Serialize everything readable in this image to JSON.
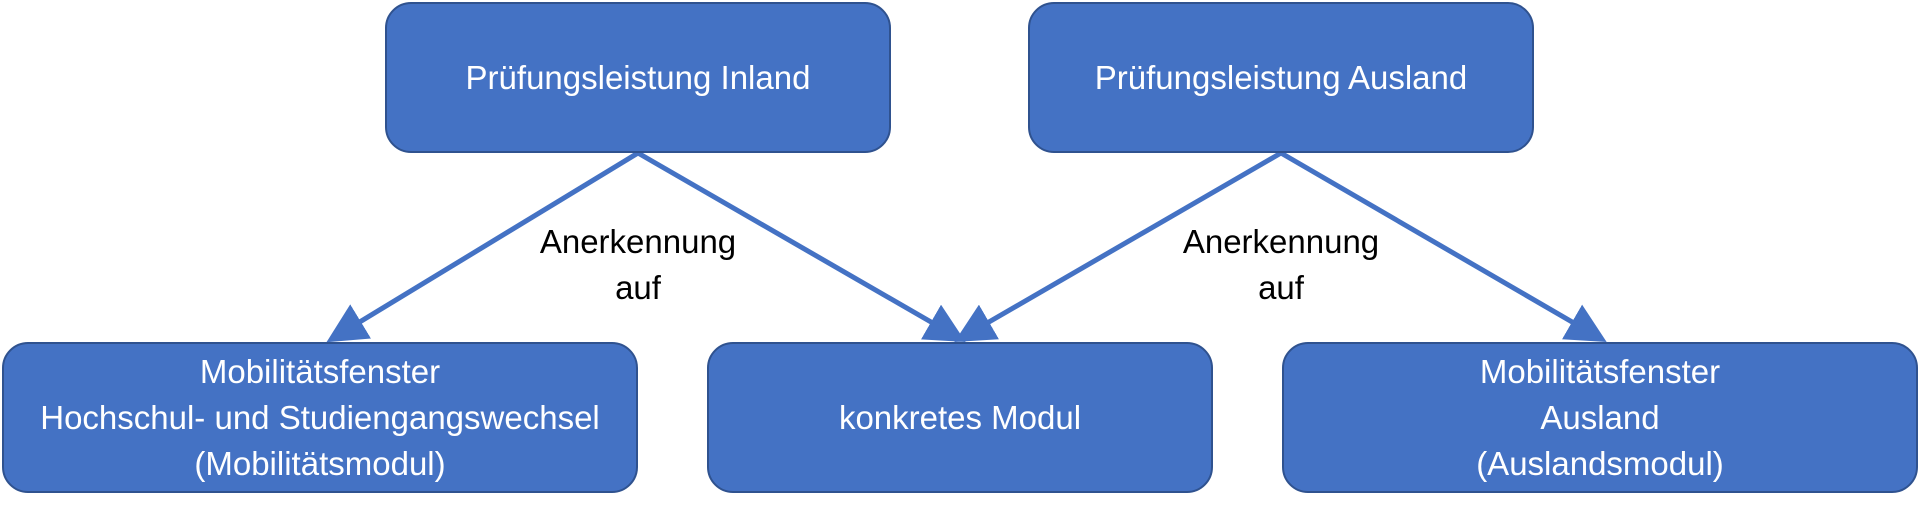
{
  "nodes": {
    "inland": {
      "label": "Prüfungsleistung Inland"
    },
    "ausland": {
      "label": "Prüfungsleistung Ausland"
    },
    "mobilitaet_hochschule": {
      "line1": "Mobilitätsfenster",
      "line2": "Hochschul- und Studiengangswechsel",
      "line3": "(Mobilitätsmodul)"
    },
    "modul": {
      "label": "konkretes Modul"
    },
    "mobilitaet_ausland": {
      "line1": "Mobilitätsfenster",
      "line2": "Ausland",
      "line3": "(Auslandsmodul)"
    }
  },
  "edge_labels": {
    "left": {
      "line1": "Anerkennung",
      "line2": "auf"
    },
    "right": {
      "line1": "Anerkennung",
      "line2": "auf"
    }
  },
  "colors": {
    "node_fill": "#4472c4",
    "node_border": "#2f528f",
    "arrow": "#4472c4",
    "node_text": "#ffffff",
    "label_text": "#000000"
  }
}
